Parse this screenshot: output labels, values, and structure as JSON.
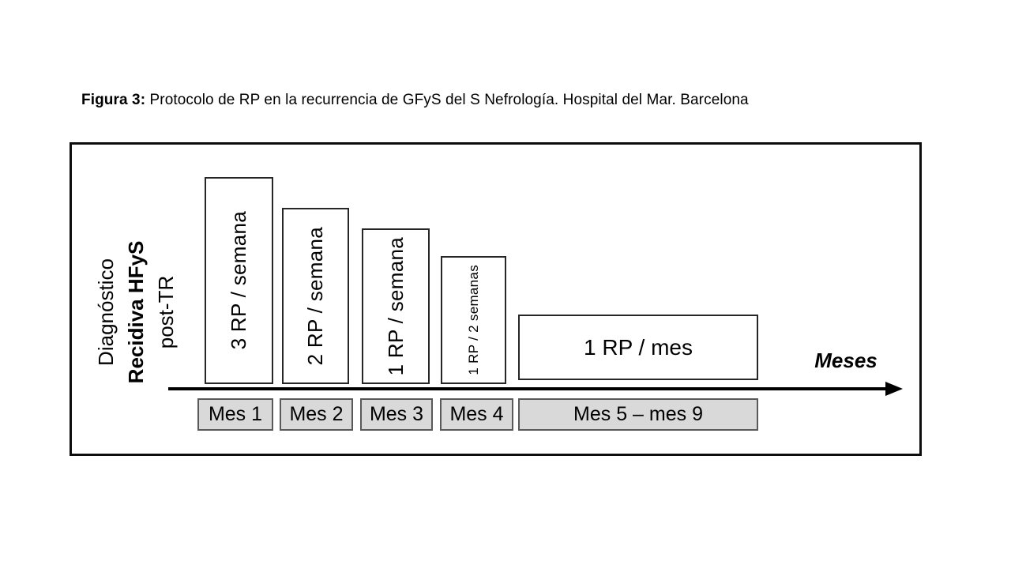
{
  "figure": {
    "caption_label": "Figura 3:",
    "caption_text": " Protocolo de RP en la recurrencia de GFyS del S Nefrología. Hospital del Mar. Barcelona"
  },
  "diagram": {
    "left_label": {
      "lines": [
        "Diagnóstico",
        "Recidiva HFyS",
        "post-TR"
      ]
    },
    "axis": {
      "label": "Meses"
    },
    "phases": [
      {
        "label": "3 RP / semana",
        "period": "Mes 1"
      },
      {
        "label": "2 RP / semana",
        "period": "Mes 2"
      },
      {
        "label": "1 RP / semana",
        "period": "Mes 3"
      },
      {
        "label": "1 RP / 2 semanas",
        "period": "Mes 4"
      },
      {
        "label": "1 RP / mes",
        "period": "Mes 5 – mes 9"
      }
    ],
    "colors": {
      "frame_border": "#0d0d0d",
      "bar_fill": "#ffffff",
      "bar_border": "#262626",
      "month_fill": "#d9d9d9",
      "month_border": "#595959",
      "arrow": "#000000"
    }
  }
}
